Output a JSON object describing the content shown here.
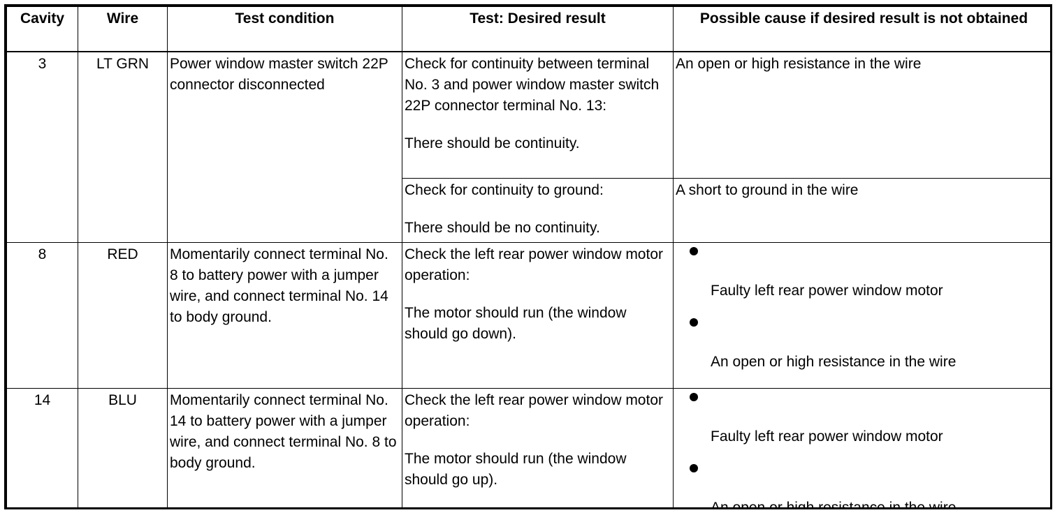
{
  "headers": {
    "cavity": "Cavity",
    "wire": "Wire",
    "test_condition": "Test condition",
    "desired_result": "Test: Desired result",
    "possible_cause": "Possible cause if desired result is not obtained"
  },
  "rows": [
    {
      "cavity": "3",
      "wire": "LT GRN",
      "condition": "Power window master switch 22P connector disconnected",
      "tests": [
        {
          "check": "Check for continuity between terminal No. 3 and power window master switch 22P connector terminal No. 13:",
          "result": "There should be continuity.",
          "cause": "An open or high resistance in the wire"
        },
        {
          "check": "Check for continuity to ground:",
          "result": "There should be no continuity.",
          "cause": "A short to ground in the wire"
        }
      ]
    },
    {
      "cavity": "8",
      "wire": "RED",
      "condition": "Momentarily connect terminal No. 8 to battery power with a jumper wire, and connect terminal No. 14   to body ground.",
      "check": "Check the left rear power window motor operation:",
      "result": "The motor should run (the window should go down).",
      "causes": [
        "Faulty left rear power window motor",
        "An open or high resistance in the wire"
      ]
    },
    {
      "cavity": "14",
      "wire": "BLU",
      "condition": "Momentarily connect terminal No. 14 to battery power with a jumper wire, and connect terminal No. 8 to body ground.",
      "check": "Check the left rear power window motor operation:",
      "result": "The motor should run (the window should go up).",
      "causes": [
        "Faulty left rear power window motor",
        "An open or high resistance in the wire"
      ]
    }
  ]
}
